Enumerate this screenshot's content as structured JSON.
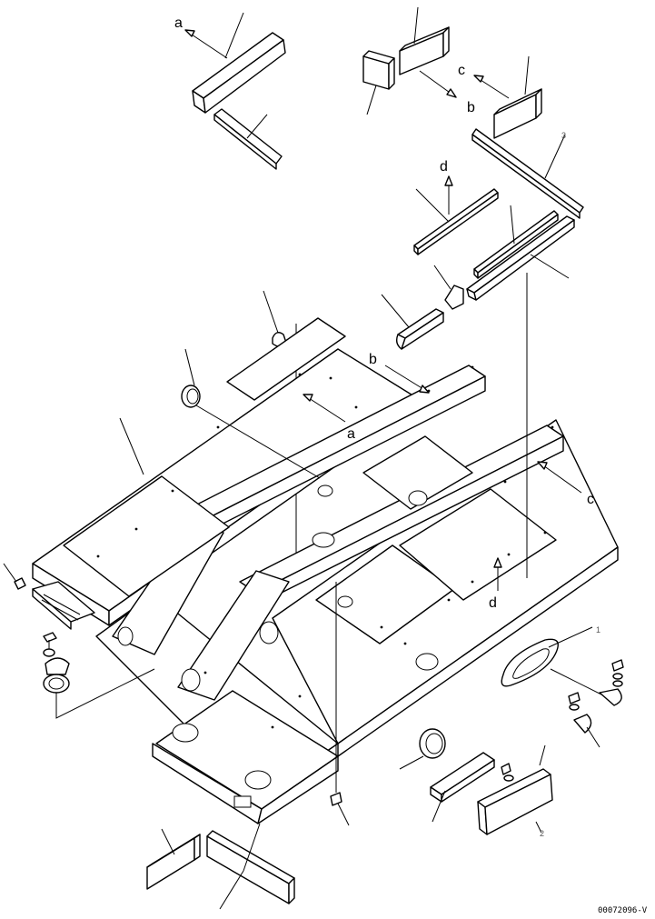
{
  "reference_letters": {
    "a_top": "a",
    "a_frame": "a",
    "b_top": "b",
    "b_frame": "b",
    "c_top": "c",
    "c_frame": "c",
    "d_top": "d",
    "d_frame": "d"
  },
  "item_numbers": {
    "n1": "1",
    "n2": "2",
    "n3": "3"
  },
  "drawing_code": "00072096-V",
  "colors": {
    "ink": "#000000",
    "paper": "#ffffff"
  }
}
